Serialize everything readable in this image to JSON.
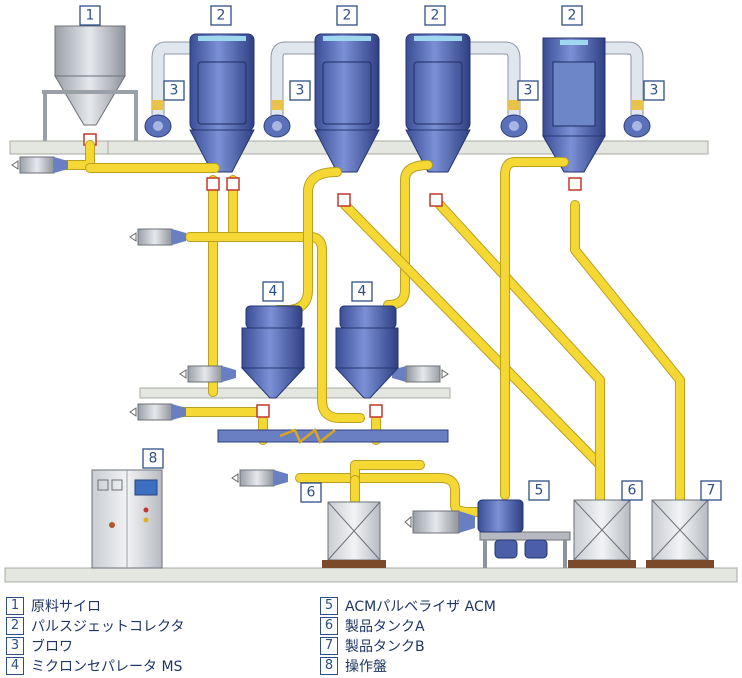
{
  "diagram": {
    "badges": {
      "raw_silo": "1",
      "collector": "2",
      "blower": "3",
      "separator": "4",
      "acm": "5",
      "tank_a": "6",
      "tank_b": "7",
      "panel": "8"
    }
  },
  "legend": {
    "items": [
      {
        "num": "1",
        "label": "原料サイロ"
      },
      {
        "num": "2",
        "label": "パルスジェットコレクタ"
      },
      {
        "num": "3",
        "label": "ブロワ"
      },
      {
        "num": "4",
        "label": "ミクロンセパレータ MS"
      },
      {
        "num": "5",
        "label": "ACMパルベライザ ACM"
      },
      {
        "num": "6",
        "label": "製品タンクA"
      },
      {
        "num": "7",
        "label": "製品タンクB"
      },
      {
        "num": "8",
        "label": "操作盤"
      }
    ]
  },
  "colors": {
    "pipe": "#f5d834",
    "vessel": "#4a5fa8",
    "floor": "#e4e6e0",
    "label": "#2d4f86"
  }
}
